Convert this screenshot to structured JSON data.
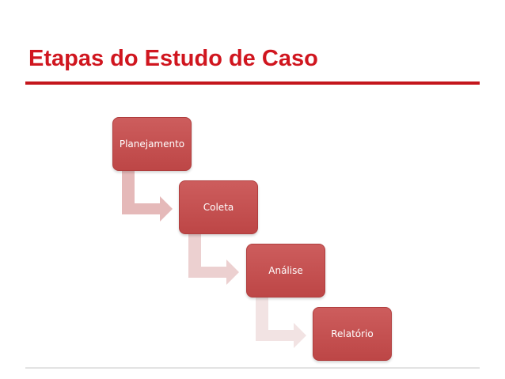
{
  "slide": {
    "title": "Etapas do Estudo de Caso"
  },
  "colors": {
    "title": "#d0161f",
    "rule": "#c4161c",
    "step_fill": "#c0504d",
    "connector_1": "#e5b9b9",
    "connector_2": "#ecd0d0",
    "connector_3": "#f2e3e3"
  },
  "steps": [
    {
      "label": "Planejamento"
    },
    {
      "label": "Coleta"
    },
    {
      "label": "Análise"
    },
    {
      "label": "Relatório"
    }
  ]
}
